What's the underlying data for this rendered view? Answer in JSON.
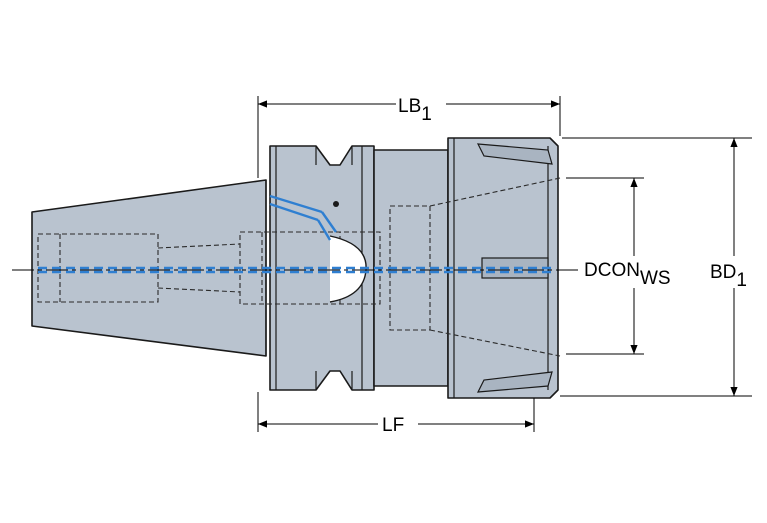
{
  "colors": {
    "body_fill": "#b9c3cf",
    "body_fill_dark": "#a9b4c1",
    "outline": "#1a1a1a",
    "hidden_line": "#2a2a2a",
    "coolant_blue": "#2f7fd1",
    "dimension_line": "#000000"
  },
  "labels": {
    "lb1": {
      "main": "LB",
      "sub": "1"
    },
    "lf": {
      "main": "LF"
    },
    "dcon": {
      "main": "DCON",
      "sub": "WS"
    },
    "bd1": {
      "main": "BD",
      "sub": "1"
    }
  }
}
